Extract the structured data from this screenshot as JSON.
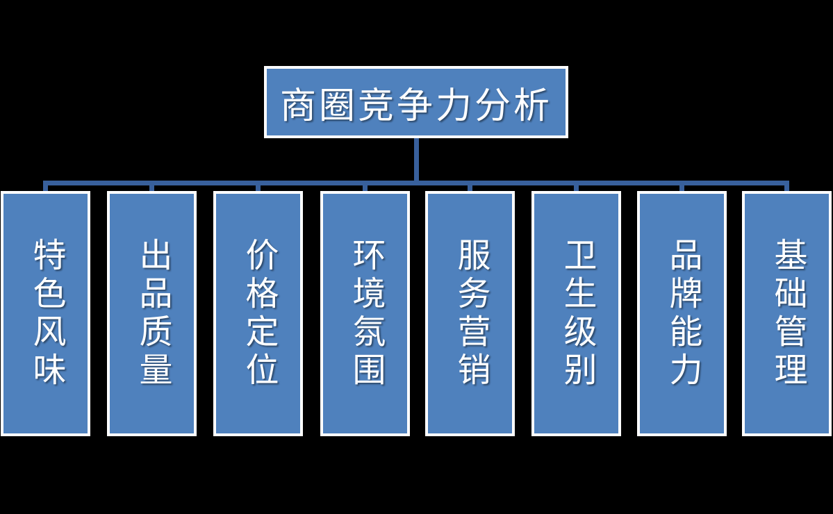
{
  "diagram": {
    "type": "org-chart",
    "title": "商圈竞争力分析",
    "children": [
      {
        "label": "特色风味"
      },
      {
        "label": "出品质量"
      },
      {
        "label": "价格定位"
      },
      {
        "label": "环境氛围"
      },
      {
        "label": "服务营销"
      },
      {
        "label": "卫生级别"
      },
      {
        "label": "品牌能力"
      },
      {
        "label": "基础管理"
      }
    ]
  },
  "colors": {
    "bg": "#000000",
    "node-fill": "#4f81bd",
    "node-border": "#ffffff",
    "connector": "#38609c",
    "text": "#ffffff"
  }
}
